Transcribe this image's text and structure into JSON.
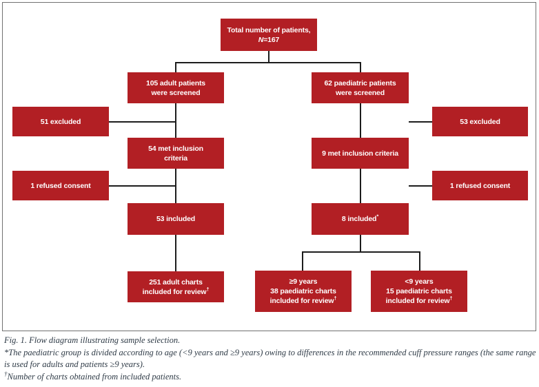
{
  "colors": {
    "box_fill": "#b21f24",
    "box_text": "#ffffff",
    "connector": "#1c1c1c",
    "frame_border": "#707070",
    "caption_text": "#2e3a46",
    "background": "#ffffff"
  },
  "nodes": {
    "total": {
      "line1": "Total number of patients,",
      "n_italic": "N",
      "n_rest": "=167"
    },
    "adult_screened": {
      "line1": "105 adult patients",
      "line2": "were screened"
    },
    "paed_screened": {
      "line1": "62 paediatric patients",
      "line2": "were screened"
    },
    "adult_excluded": {
      "line1": "51 excluded"
    },
    "paed_excluded": {
      "line1": "53 excluded"
    },
    "adult_met": {
      "line1": "54 met inclusion",
      "line2": "criteria"
    },
    "paed_met": {
      "line1": "9 met inclusion criteria"
    },
    "adult_refused": {
      "line1": "1 refused consent"
    },
    "paed_refused": {
      "line1": "1 refused consent"
    },
    "adult_included": {
      "line1": "53 included"
    },
    "paed_included": {
      "line1": "8 included",
      "sup": "*"
    },
    "adult_charts": {
      "line1": "251 adult charts",
      "line2": "included for review",
      "sup": "†"
    },
    "ge9_charts": {
      "line1": "≥9 years",
      "line2": "38 paediatric charts",
      "line3": "included for review",
      "sup": "†"
    },
    "lt9_charts": {
      "line1": "<9 years",
      "line2": "15 paediatric charts",
      "line3": "included for review",
      "sup": "†"
    }
  },
  "caption": {
    "fig_line": "Fig. 1. Flow diagram illustrating sample selection.",
    "footnote_star": "*The paediatric group is divided according to age (<9 years and ≥9 years) owing to differences in the recommended cuff pressure ranges (the same range is used for adults and patients ≥9 years).",
    "footnote_dagger_marker": "†",
    "footnote_dagger_text": "Number of charts obtained from included patients."
  }
}
